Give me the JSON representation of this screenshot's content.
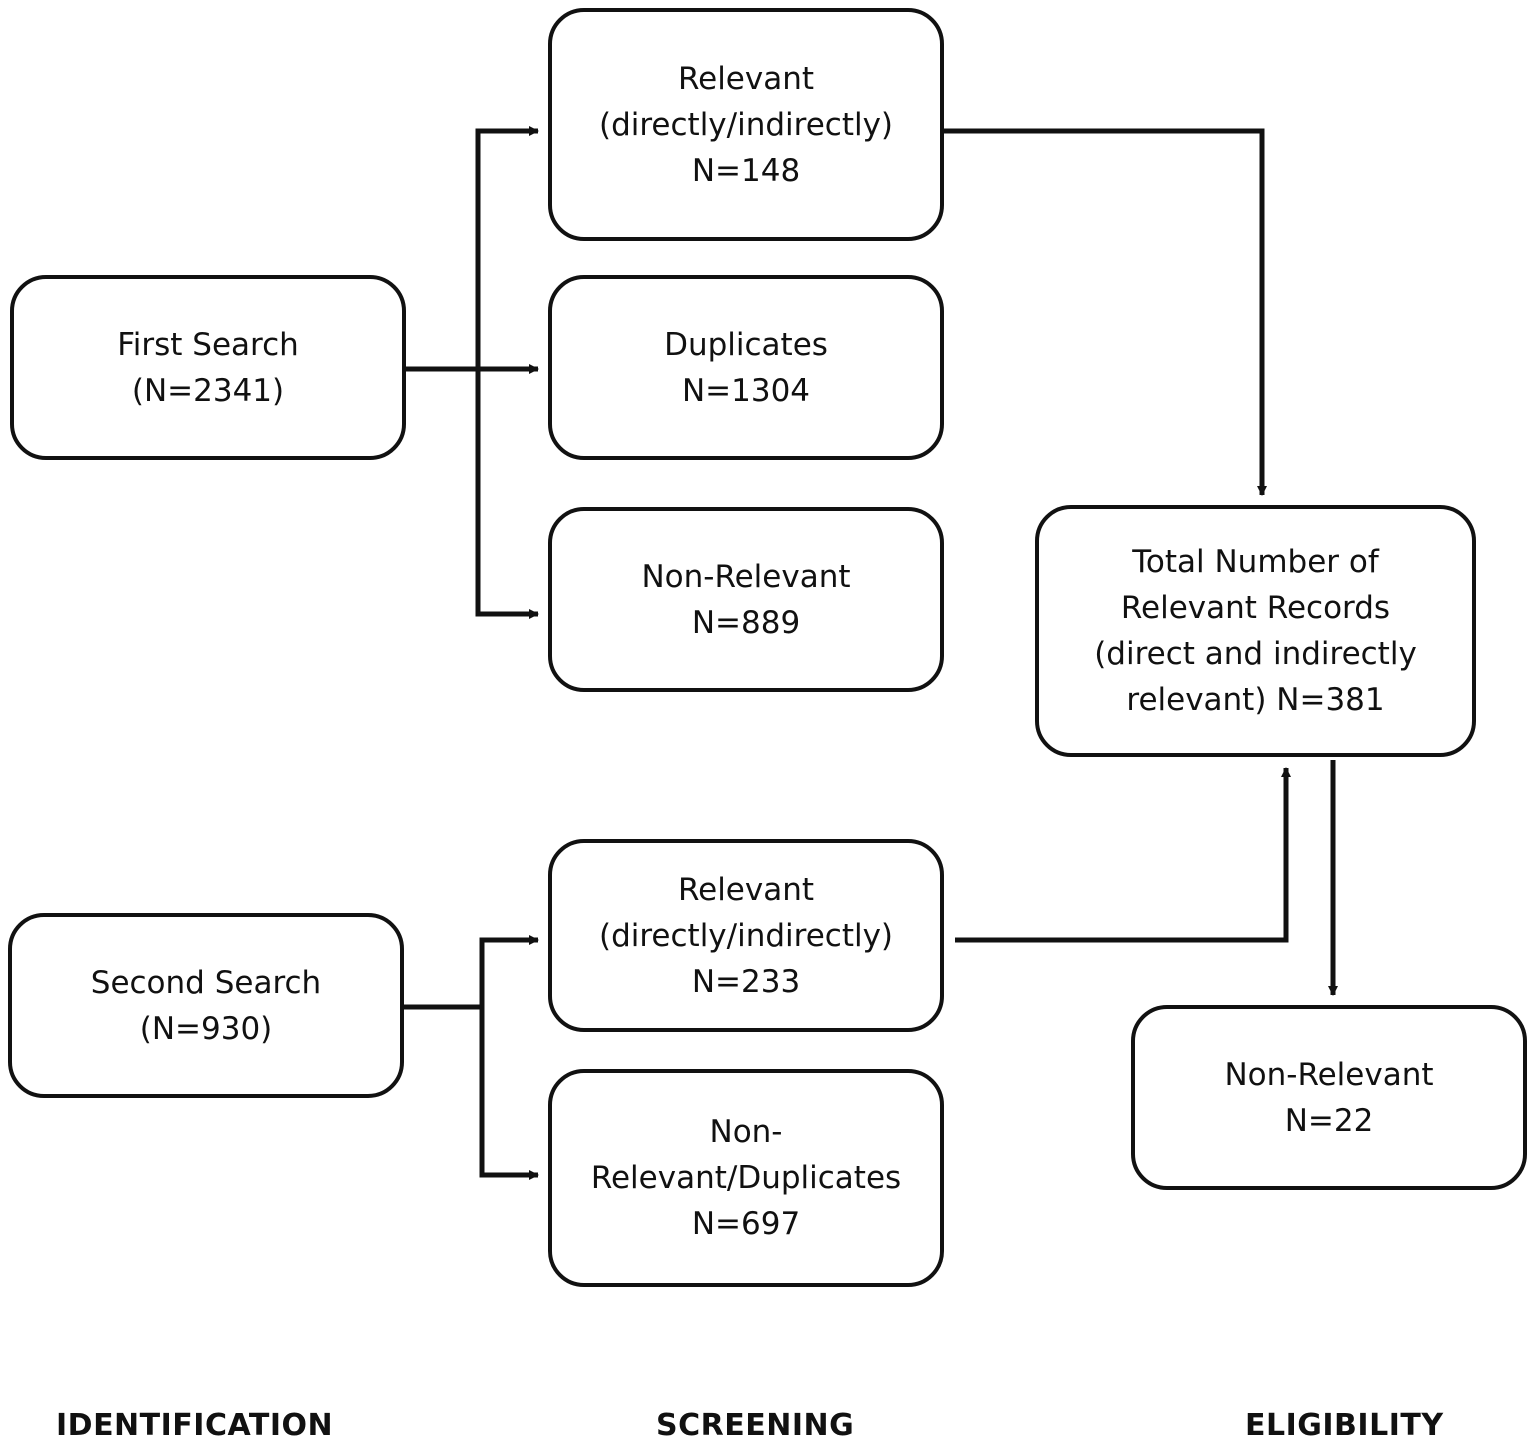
{
  "boxes": {
    "first_search": [
      "First Search",
      "(N=2341)"
    ],
    "relevant_1": [
      "Relevant",
      "(directly/indirectly)",
      "N=148"
    ],
    "duplicates": [
      "Duplicates",
      "N=1304"
    ],
    "non_relevant_1": [
      "Non-Relevant",
      "N=889"
    ],
    "total": [
      "Total Number of",
      "Relevant Records",
      "(direct and indirectly",
      "relevant) N=381"
    ],
    "second_search": [
      "Second Search",
      "(N=930)"
    ],
    "relevant_2": [
      "Relevant",
      "(directly/indirectly)",
      "N=233"
    ],
    "non_relevant_dup": [
      "Non-",
      "Relevant/Duplicates",
      "N=697"
    ],
    "non_relevant_final": [
      "Non-Relevant",
      "N=22"
    ]
  },
  "stages": {
    "identification": "IDENTIFICATION",
    "screening": "SCREENING",
    "eligibility": "ELIGIBILITY"
  },
  "colors": {
    "stroke": "#111111",
    "fill": "#ffffff"
  }
}
